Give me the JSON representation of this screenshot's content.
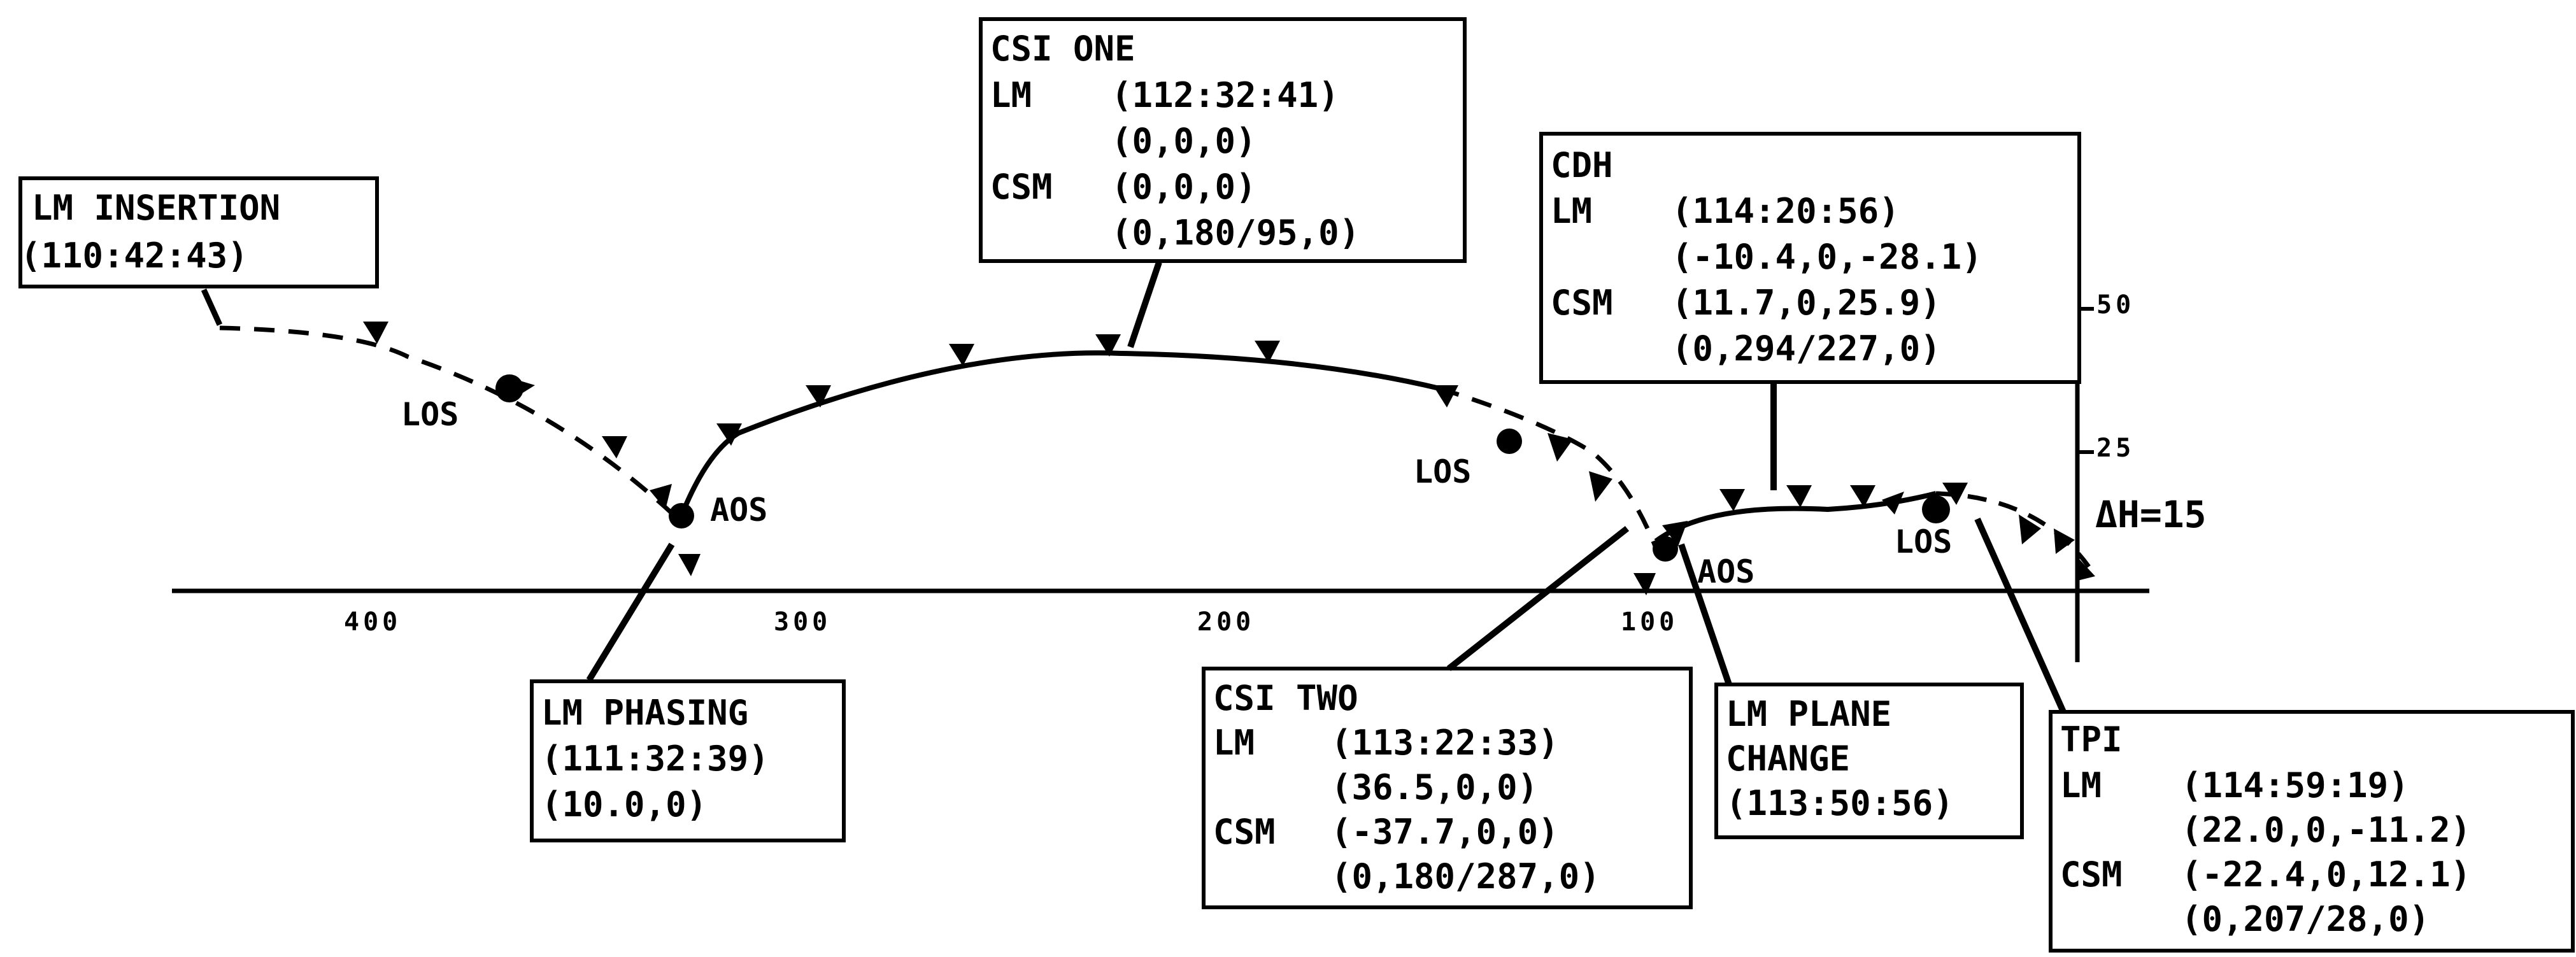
{
  "axis": {
    "ticks": [
      "400",
      "300",
      "200",
      "100"
    ]
  },
  "scale": {
    "ticks": [
      "50",
      "25"
    ],
    "delta_h": "ΔH=15"
  },
  "markers": {
    "los_1": "LOS",
    "aos_1": "AOS",
    "los_2": "LOS",
    "aos_2": "AOS",
    "los_3": "LOS"
  },
  "labels": {
    "lm_insertion": [
      "LM INSERTION",
      "(110:42:43)"
    ],
    "lm_phasing": [
      "LM PHASING",
      "(111:32:39)",
      "(10.0,0)"
    ],
    "csi_one": [
      "CSI ONE",
      "LM",
      "(112:32:41)",
      "(0,0,0)",
      "CSM",
      "(0,0,0)",
      "(0,180/95,0)"
    ],
    "csi_two": [
      "CSI TWO",
      "LM",
      "(113:22:33)",
      "(36.5,0,0)",
      "CSM",
      "(-37.7,0,0)",
      "(0,180/287,0)"
    ],
    "cdh": [
      "CDH",
      "LM",
      "(114:20:56)",
      "(-10.4,0,-28.1)",
      "CSM",
      "(11.7,0,25.9)",
      "(0,294/227,0)"
    ],
    "lm_plane_change": [
      "LM PLANE",
      "CHANGE",
      "(113:50:56)"
    ],
    "tpi": [
      "TPI",
      "LM",
      "(114:59:19)",
      "(22.0,0,-11.2)",
      "CSM",
      "(-22.4,0,12.1)",
      "(0,207/28,0)"
    ]
  }
}
